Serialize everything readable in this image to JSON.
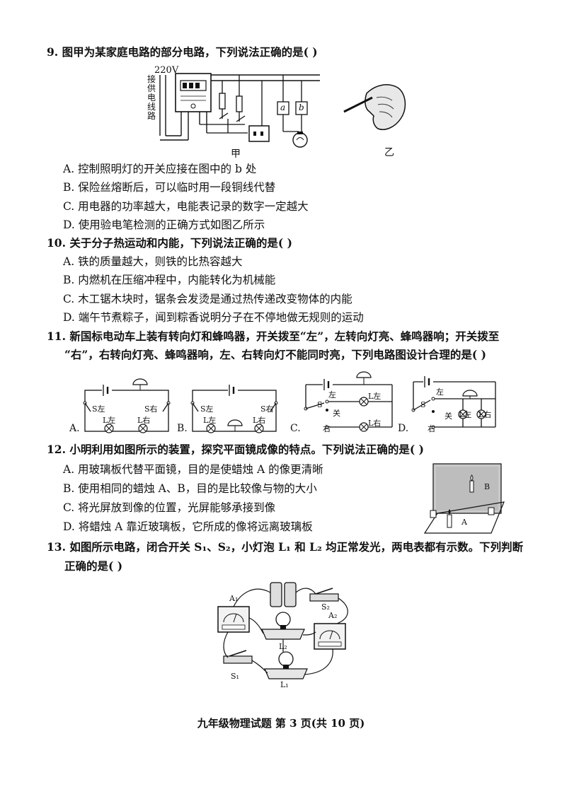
{
  "q9": {
    "stem": "9. 图甲为某家庭电路的部分电路，下列说法正确的是(      )",
    "fig_voltage": "220V",
    "fig_supply": [
      "接",
      "供",
      "电",
      "线",
      "路"
    ],
    "fig_a": "a",
    "fig_b": "b",
    "fig_label_jia": "甲",
    "fig_label_yi": "乙",
    "options": [
      "A. 控制照明灯的开关应接在图中的 b 处",
      "B. 保险丝熔断后，可以临时用一段铜线代替",
      "C. 用电器的功率越大，电能表记录的数字一定越大",
      "D. 使用验电笔检测的正确方式如图乙所示"
    ]
  },
  "q10": {
    "stem": "10. 关于分子热运动和内能，下列说法正确的是(      )",
    "options": [
      "A. 铁的质量越大，则铁的比热容越大",
      "B. 内燃机在压缩冲程中，内能转化为机械能",
      "C. 木工锯木块时，锯条会发烫是通过热传递改变物体的内能",
      "D. 端午节煮粽子，闻到粽香说明分子在不停地做无规则的运动"
    ]
  },
  "q11": {
    "stem_line1": "11. 新国标电动车上装有转向灯和蜂鸣器，开关拨至“左”，左转向灯亮、蜂鸣器响；开关拨至",
    "stem_line2": "“右”，右转向灯亮、蜂鸣器响，左、右转向灯不能同时亮，下列电路图设计合理的是(      )",
    "circuits": [
      {
        "letter": "A.",
        "s_left": "S左",
        "s_right": "S右",
        "l_left": "L左",
        "l_right": "L右"
      },
      {
        "letter": "B.",
        "s_left": "S左",
        "s_right": "S右",
        "l_left": "L左",
        "l_right": "L右"
      },
      {
        "letter": "C.",
        "s": "S",
        "left": "左",
        "right": "右",
        "off": "关",
        "l_left": "L左",
        "l_right": "L右"
      },
      {
        "letter": "D.",
        "s": "S",
        "left": "左",
        "right": "右",
        "off": "关",
        "l_left": "L左",
        "l_right": "L右"
      }
    ]
  },
  "q12": {
    "stem": "12. 小明利用如图所示的装置，探究平面镜成像的特点。下列说法正确的是(      )",
    "fig_a": "A",
    "fig_b": "B",
    "options": [
      "A. 用玻璃板代替平面镜，目的是使蜡烛 A 的像更清晰",
      "B. 使用相同的蜡烛 A、B，目的是比较像与物的大小",
      "C. 将光屏放到像的位置，光屏能够承接到像",
      "D. 将蜡烛 A 靠近玻璃板，它所成的像将远离玻璃板"
    ]
  },
  "q13": {
    "stem_line1": "13. 如图所示电路，闭合开关 S₁、S₂，小灯泡 L₁ 和 L₂ 均正常发光，两电表都有示数。下列判断",
    "stem_line2": "正确的是(      )",
    "fig_labels": {
      "a1": "A₁",
      "a2": "A₂",
      "s1": "S₁",
      "s2": "S₂",
      "l1": "L₁",
      "l2": "L₂"
    }
  },
  "footer": "九年级物理试题  第 3 页(共 10 页)"
}
